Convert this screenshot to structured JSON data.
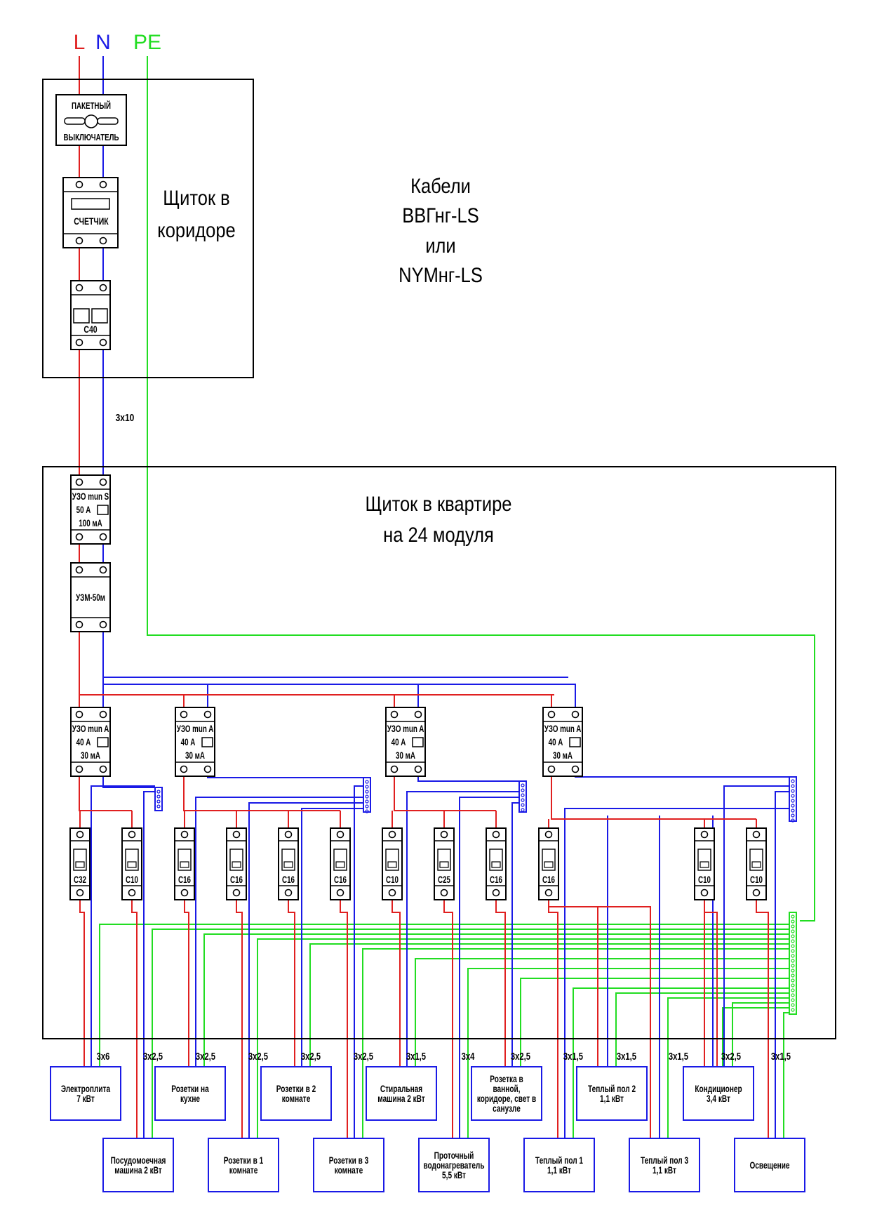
{
  "colors": {
    "phase": "#e02020",
    "neutral": "#1a1ae6",
    "earth": "#22dd22",
    "frame": "#000000",
    "load_box": "#1a1ae6"
  },
  "supply": {
    "l": "L",
    "n": "N",
    "pe": "PE"
  },
  "corridor": {
    "title_line1": "Щиток в",
    "title_line2": "коридоре",
    "switch_line1": "ПАКЕТНЫЙ",
    "switch_line2": "ВЫКЛЮЧАТЕЛЬ",
    "meter": "СЧЕТЧИК",
    "breaker": "C40"
  },
  "cable_note": {
    "line1": "Кабели",
    "line2": "ВВГнг-LS",
    "line3": "или",
    "line4": "NYMнг-LS"
  },
  "riser_cable": "3х10",
  "apartment": {
    "title_line1": "Щиток в квартире",
    "title_line2": "на 24 модуля",
    "main_rcd": {
      "line1": "УЗО mun S",
      "line2": "50 А",
      "line3": "100 мА"
    },
    "voltage_relay": "УЗМ-50м",
    "rcd_group": {
      "line1": "УЗО mun A",
      "line2": "40 А",
      "line3": "30 мА"
    }
  },
  "breakers": [
    "C32",
    "C10",
    "C16",
    "C16",
    "C16",
    "C16",
    "C10",
    "C25",
    "C16",
    "C16",
    "C10",
    "C10"
  ],
  "cables": [
    "3х6",
    "3х2,5",
    "3х2,5",
    "3х2,5",
    "3х2,5",
    "3х2,5",
    "3х1,5",
    "3х4",
    "3х2,5",
    "3х1,5",
    "3х1,5",
    "3х1,5",
    "3х2,5",
    "3х1,5"
  ],
  "loads_top": [
    {
      "line1": "Электроплита",
      "line2": "7 кВт"
    },
    {
      "line1": "Розетки на",
      "line2": "кухне"
    },
    {
      "line1": "Розетки в 2",
      "line2": "комнате"
    },
    {
      "line1": "Стиральная",
      "line2": "машина 2 кВт"
    },
    {
      "line1": "Розетка в",
      "line2": "ванной,",
      "line3": "коридоре, свет в",
      "line4": "санузле"
    },
    {
      "line1": "Теплый пол 2",
      "line2": "1,1 кВт"
    },
    {
      "line1": "Кондиционер",
      "line2": "3,4 кВт"
    }
  ],
  "loads_bottom": [
    {
      "line1": "Посудомоечная",
      "line2": "машина 2 кВт"
    },
    {
      "line1": "Розетки в 1",
      "line2": "комнате"
    },
    {
      "line1": "Розетки в 3",
      "line2": "комнате"
    },
    {
      "line1": "Проточный",
      "line2": "водонагреватель",
      "line3": "5,5 кВт"
    },
    {
      "line1": "Теплый пол 1",
      "line2": "1,1 кВт"
    },
    {
      "line1": "Теплый пол 3",
      "line2": "1,1 кВт"
    },
    {
      "line1": "Освещение"
    }
  ]
}
